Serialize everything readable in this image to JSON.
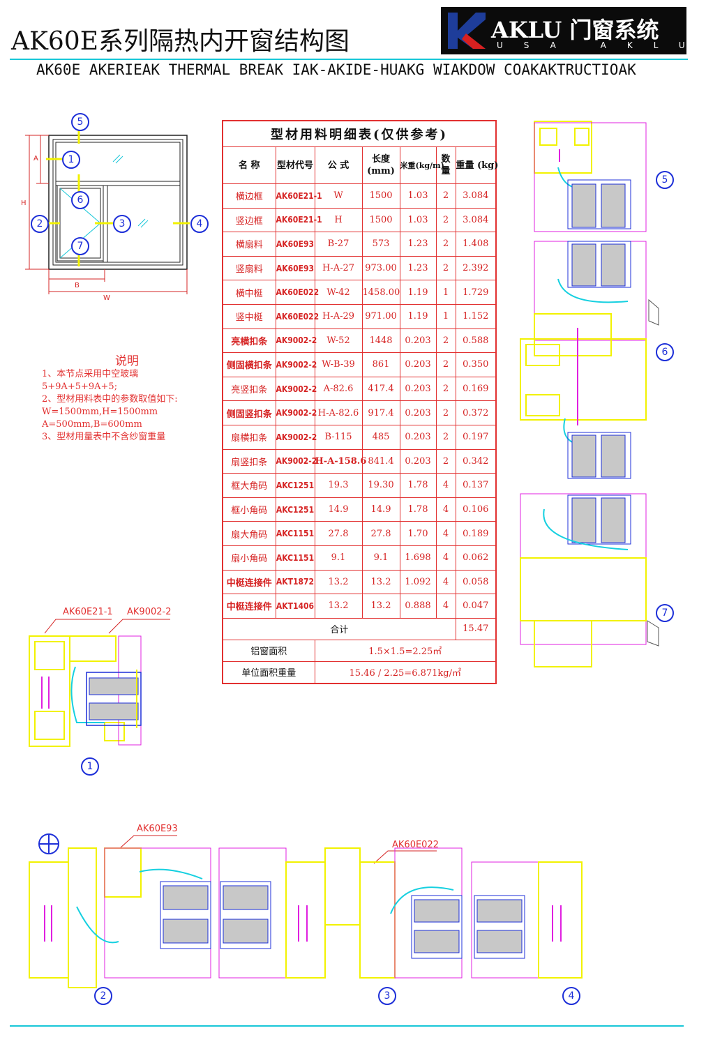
{
  "header": {
    "title_cn": "AK60E系列隔热内开窗结构图",
    "title_en": "AK60E AKERIEAK THERMAL BREAK IAK-AKIDE-HUAKG WIAKDOW COAKAKTRUCTIOAK",
    "logo_text": "AKLU 门窗系统",
    "logo_sub": "USA AKLU"
  },
  "diagram": {
    "dim_labels": [
      "A",
      "H",
      "B",
      "W"
    ],
    "markers": [
      "5",
      "1",
      "6",
      "2",
      "3",
      "4",
      "7"
    ]
  },
  "table": {
    "caption": "型材用料明细表(仅供参考)",
    "headers": [
      "名 称",
      "型材代号",
      "公 式",
      "长度\n(mm)",
      "米重(kg/m)",
      "数\n量",
      "重量 (kg)"
    ],
    "rows": [
      {
        "name": "横边框",
        "code": "AK60E21-1",
        "formula": "W",
        "length": "1500",
        "unit": "1.03",
        "qty": "2",
        "weight": "3.084",
        "name_bold": false,
        "formula_bold": false
      },
      {
        "name": "竖边框",
        "code": "AK60E21-1",
        "formula": "H",
        "length": "1500",
        "unit": "1.03",
        "qty": "2",
        "weight": "3.084",
        "name_bold": false,
        "formula_bold": false
      },
      {
        "name": "横扇料",
        "code": "AK60E93",
        "formula": "B-27",
        "length": "573",
        "unit": "1.23",
        "qty": "2",
        "weight": "1.408",
        "name_bold": false,
        "formula_bold": false
      },
      {
        "name": "竖扇料",
        "code": "AK60E93",
        "formula": "H-A-27",
        "length": "973.00",
        "unit": "1.23",
        "qty": "2",
        "weight": "2.392",
        "name_bold": false,
        "formula_bold": false
      },
      {
        "name": "横中梃",
        "code": "AK60E022",
        "formula": "W-42",
        "length": "1458.00",
        "unit": "1.19",
        "qty": "1",
        "weight": "1.729",
        "name_bold": false,
        "formula_bold": false
      },
      {
        "name": "竖中梃",
        "code": "AK60E022",
        "formula": "H-A-29",
        "length": "971.00",
        "unit": "1.19",
        "qty": "1",
        "weight": "1.152",
        "name_bold": false,
        "formula_bold": false
      },
      {
        "name": "亮横扣条",
        "code": "AK9002-2",
        "formula": "W-52",
        "length": "1448",
        "unit": "0.203",
        "qty": "2",
        "weight": "0.588",
        "name_bold": true,
        "formula_bold": false
      },
      {
        "name": "侧固横扣条",
        "code": "AK9002-2",
        "formula": "W-B-39",
        "length": "861",
        "unit": "0.203",
        "qty": "2",
        "weight": "0.350",
        "name_bold": true,
        "formula_bold": false
      },
      {
        "name": "亮竖扣条",
        "code": "AK9002-2",
        "formula": "A-82.6",
        "length": "417.4",
        "unit": "0.203",
        "qty": "2",
        "weight": "0.169",
        "name_bold": false,
        "formula_bold": false
      },
      {
        "name": "侧固竖扣条",
        "code": "AK9002-2",
        "formula": "H-A-82.6",
        "length": "917.4",
        "unit": "0.203",
        "qty": "2",
        "weight": "0.372",
        "name_bold": true,
        "formula_bold": false
      },
      {
        "name": "扇横扣条",
        "code": "AK9002-2",
        "formula": "B-115",
        "length": "485",
        "unit": "0.203",
        "qty": "2",
        "weight": "0.197",
        "name_bold": false,
        "formula_bold": false
      },
      {
        "name": "扇竖扣条",
        "code": "AK9002-2",
        "formula": "H-A-158.6",
        "length": "841.4",
        "unit": "0.203",
        "qty": "2",
        "weight": "0.342",
        "name_bold": false,
        "formula_bold": true
      },
      {
        "name": "框大角码",
        "code": "AKC1251",
        "formula": "19.3",
        "length": "19.30",
        "unit": "1.78",
        "qty": "4",
        "weight": "0.137",
        "name_bold": false,
        "formula_bold": false
      },
      {
        "name": "框小角码",
        "code": "AKC1251",
        "formula": "14.9",
        "length": "14.9",
        "unit": "1.78",
        "qty": "4",
        "weight": "0.106",
        "name_bold": false,
        "formula_bold": false
      },
      {
        "name": "扇大角码",
        "code": "AKC1151",
        "formula": "27.8",
        "length": "27.8",
        "unit": "1.70",
        "qty": "4",
        "weight": "0.189",
        "name_bold": false,
        "formula_bold": false
      },
      {
        "name": "扇小角码",
        "code": "AKC1151",
        "formula": "9.1",
        "length": "9.1",
        "unit": "1.698",
        "qty": "4",
        "weight": "0.062",
        "name_bold": false,
        "formula_bold": false
      },
      {
        "name": "中梃连接件",
        "code": "AKT1872",
        "formula": "13.2",
        "length": "13.2",
        "unit": "1.092",
        "qty": "4",
        "weight": "0.058",
        "name_bold": true,
        "formula_bold": false
      },
      {
        "name": "中梃连接件",
        "code": "AKT1406",
        "formula": "13.2",
        "length": "13.2",
        "unit": "0.888",
        "qty": "4",
        "weight": "0.047",
        "name_bold": true,
        "formula_bold": false
      }
    ],
    "total_label": "合计",
    "total_value": "15.47",
    "area_label": "铝窗面积",
    "area_value": "1.5×1.5=2.25㎡",
    "unit_weight_label": "单位面积重量",
    "unit_weight_value": "15.46 / 2.25=6.871kg/㎡"
  },
  "notes": {
    "title": "说明",
    "lines": [
      "1、本节点采用中空玻璃",
      "5+9A+5+9A+5;",
      "2、型材用料表中的参数取值如下:",
      "W=1500mm,H=1500mm",
      "A=500mm,B=600mm",
      "3、型材用量表中不含纱窗重量"
    ]
  },
  "section_labels": {
    "s1_a": "AK60E21-1",
    "s1_b": "AK9002-2",
    "s2": "AK60E93",
    "s3": "AK60E022"
  },
  "colors": {
    "profile": "#f2f200",
    "seal": "#16d0e0",
    "magenta": "#e020e0",
    "red": "#e23030",
    "blue": "#1d2fd8"
  }
}
